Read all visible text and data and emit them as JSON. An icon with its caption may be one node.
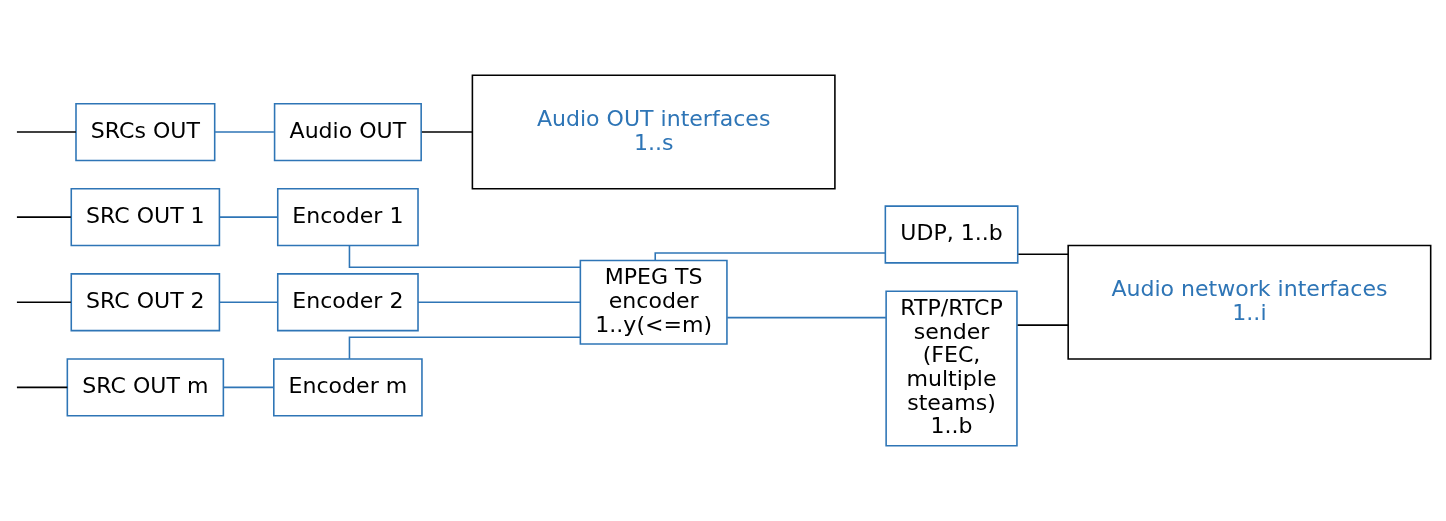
{
  "diagram": {
    "nodes": [
      {
        "text": [
          "SRCs OUT"
        ]
      },
      {
        "text": [
          "Audio OUT"
        ]
      },
      {
        "text": [
          "Audio OUT interfaces 1..s"
        ]
      },
      {
        "text": [
          "SRC OUT 1"
        ]
      },
      {
        "text": [
          "Encoder 1"
        ]
      },
      {
        "text": [
          "SRC OUT 2"
        ]
      },
      {
        "text": [
          "Encoder 2"
        ]
      },
      {
        "text": [
          "SRC OUT m"
        ]
      },
      {
        "text": [
          "Encoder m"
        ]
      },
      {
        "text": [
          "MPEG TS encoder 1..y(<=m)"
        ]
      },
      {
        "text": [
          "UDP, 1..b"
        ]
      },
      {
        "text": [
          "RTP/RTCP sender (FEC, multiple steams) 1..b"
        ]
      },
      {
        "text": [
          "Audio network interfaces 1..i"
        ]
      }
    ],
    "edges": [
      {
        "from": null,
        "to": 0,
        "arrow": "none",
        "color": "#000000"
      },
      {
        "from": null,
        "to": 3,
        "arrow": "none",
        "color": "#000000"
      },
      {
        "from": null,
        "to": 5,
        "arrow": "none",
        "color": "#000000"
      },
      {
        "from": null,
        "to": 7,
        "arrow": "none",
        "color": "#000000"
      },
      {
        "from": 0,
        "to": 1,
        "arrow": "none"
      },
      {
        "from": 1,
        "to": 2,
        "arrow": "none",
        "color": "#000000"
      },
      {
        "from": 3,
        "to": 4,
        "arrow": "none"
      },
      {
        "from": 5,
        "to": 6,
        "arrow": "none"
      },
      {
        "from": 7,
        "to": 8,
        "arrow": "none"
      },
      {
        "from": 4,
        "to": 9,
        "arrow": "none"
      },
      {
        "from": 6,
        "to": 9,
        "arrow": "none"
      },
      {
        "from": 8,
        "to": 9,
        "arrow": "none"
      },
      {
        "from": 9,
        "to": 10,
        "arrow": "none"
      },
      {
        "from": 9,
        "to": 11,
        "arrow": "none"
      },
      {
        "from": 10,
        "to": 12,
        "arrow": "none",
        "color": "#000000"
      },
      {
        "from": 11,
        "to": 12,
        "arrow": "none",
        "color": "#000000"
      }
    ]
  }
}
